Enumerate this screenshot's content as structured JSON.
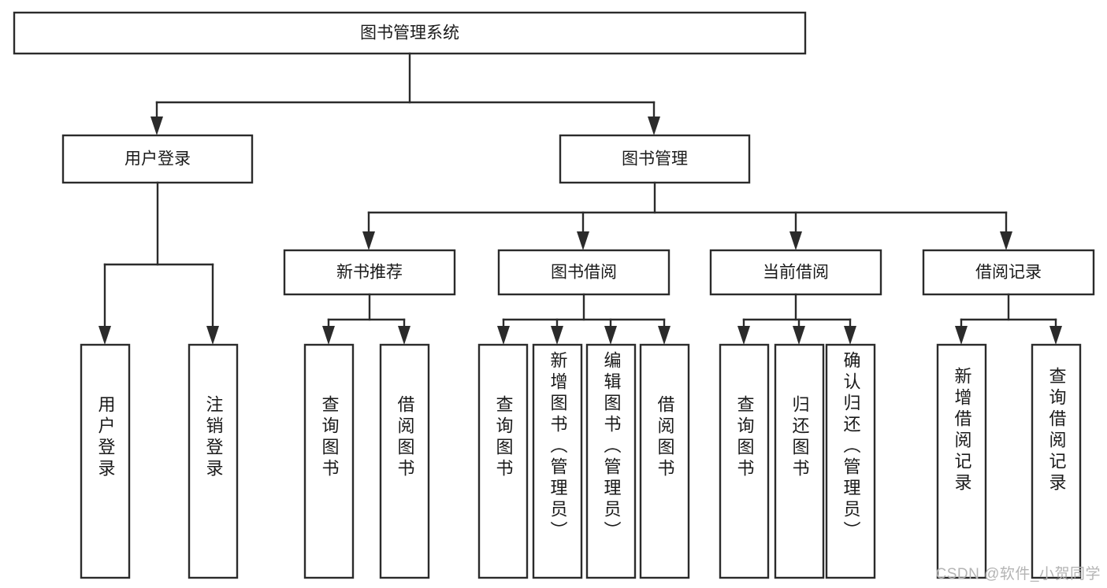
{
  "diagram": {
    "title": "图书管理系统",
    "type": "tree-hierarchy-chart",
    "orientation": "top-down",
    "colors": {
      "stroke": "#2b2b2b",
      "fill": "#ffffff",
      "text": "#1a1a1a",
      "watermark": "#b4b4b4",
      "background": "#ffffff"
    },
    "root": {
      "label": "图书管理系统"
    },
    "level2": [
      {
        "label": "用户登录"
      },
      {
        "label": "图书管理"
      }
    ],
    "level3": [
      {
        "label": "新书推荐"
      },
      {
        "label": "图书借阅"
      },
      {
        "label": "当前借阅"
      },
      {
        "label": "借阅记录"
      }
    ],
    "leaves": {
      "user_login": [
        {
          "label": "用户登录"
        },
        {
          "label": "注销登录"
        }
      ],
      "new_book_recommend": [
        {
          "label": "查询图书"
        },
        {
          "label": "借阅图书"
        }
      ],
      "book_borrow": [
        {
          "label": "查询图书"
        },
        {
          "label": "新增图书（管理员）"
        },
        {
          "label": "编辑图书（管理员）"
        },
        {
          "label": "借阅图书"
        }
      ],
      "current_borrow": [
        {
          "label": "查询图书"
        },
        {
          "label": "归还图书"
        },
        {
          "label": "确认归还（管理员）"
        }
      ],
      "borrow_record": [
        {
          "label": "新增借阅记录"
        },
        {
          "label": "查询借阅记录"
        }
      ]
    }
  },
  "watermark": {
    "text": "CSDN @软件_小贺同学"
  }
}
